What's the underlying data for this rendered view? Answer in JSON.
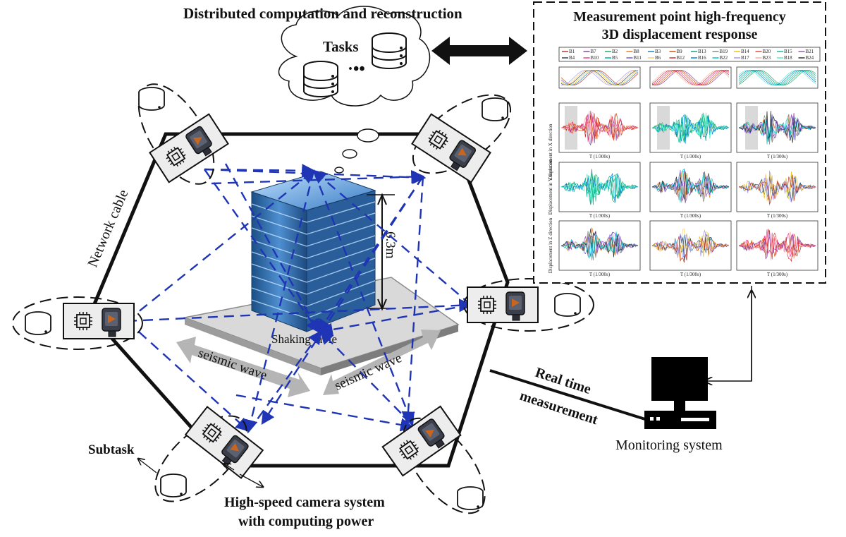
{
  "title_top": "Distributed computation and reconstruction",
  "cloud_label": "Tasks",
  "panel": {
    "title_line1": "Measurement point high-frequency",
    "title_line2": "3D displacement response",
    "legend": [
      "B1",
      "B7",
      "B2",
      "B8",
      "B3",
      "B9",
      "B13",
      "B19",
      "B14",
      "B20",
      "B15",
      "B21",
      "B4",
      "B10",
      "B5",
      "B11",
      "B6",
      "B12",
      "B16",
      "B22",
      "B17",
      "B23",
      "B18",
      "B24"
    ],
    "legend_colors": [
      "#c0392b",
      "#8e44ad",
      "#27ae60",
      "#e67e22",
      "#2980b9",
      "#d35400",
      "#16a085",
      "#7f8c8d",
      "#f1c40f",
      "#e74c3c",
      "#1abc9c",
      "#9b59b6",
      "#34495e",
      "#e84393",
      "#00b894",
      "#6c5ce7",
      "#fdcb6e",
      "#d63031",
      "#0984e3",
      "#00cec9",
      "#a29bfe",
      "#fab1a0",
      "#55efc4",
      "#2d3436"
    ],
    "row_labels": [
      "Displacement in X direction",
      "Displacement in Y direction",
      "Displacement in Z direction"
    ],
    "x_axis_label": "T (1/300s)"
  },
  "building_height": "6.3m",
  "shaking_table": "Shaking table",
  "seismic_wave_left": "seismic wave",
  "seismic_wave_right": "seismic wave",
  "network_cable": "Network cable",
  "real_time_line1": "Real time",
  "real_time_line2": "measurement",
  "monitoring_system": "Monitoring system",
  "subtask": "Subtask",
  "camera_system_line1": "High-speed camera system",
  "camera_system_line2": "with computing power",
  "icons": [
    "database-icon",
    "chip-icon",
    "camera-icon",
    "computer-monitor-icon"
  ],
  "colors": {
    "dashed_lines": "#1f35b5",
    "building": "#2f6fae",
    "arrow_gray": "#b5b5b5"
  }
}
